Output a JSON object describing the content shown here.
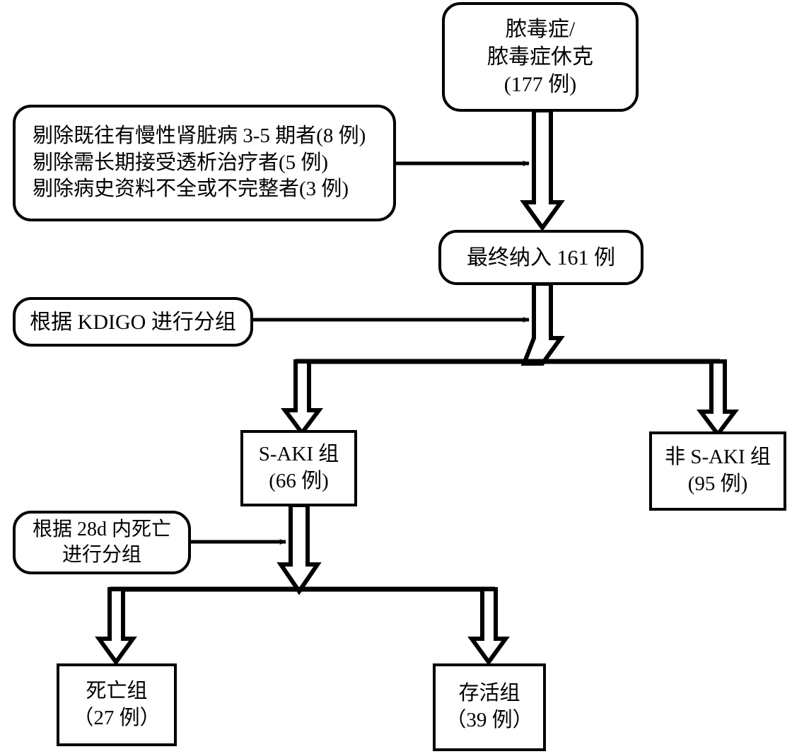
{
  "diagram": {
    "title": "Sepsis S-AKI patient enrollment flowchart",
    "stroke_color": "#000000",
    "fill_color": "#ffffff",
    "nodes": {
      "sepsis": {
        "shape": "rounded-rect",
        "lines": [
          "脓毒症/",
          "脓毒症休克",
          "(177 例)"
        ]
      },
      "exclusions": {
        "shape": "rounded-rect",
        "lines": [
          "剔除既往有慢性肾脏病 3-5 期者(8 例)",
          "剔除需长期接受透析治疗者(5 例)",
          "剔除病史资料不全或不完整者(3 例)"
        ]
      },
      "enrolled": {
        "shape": "rounded-rect",
        "lines": [
          "最终纳入 161 例"
        ]
      },
      "kdigo_grouping": {
        "shape": "rounded-rect",
        "lines": [
          "根据 KDIGO 进行分组"
        ]
      },
      "saki_group": {
        "shape": "rect",
        "lines": [
          "S-AKI 组",
          "(66 例)"
        ]
      },
      "non_saki_group": {
        "shape": "rect",
        "lines": [
          "非 S-AKI 组",
          "(95 例)"
        ]
      },
      "mortality_grouping": {
        "shape": "rounded-rect",
        "lines": [
          "根据 28d 内死亡",
          "进行分组"
        ]
      },
      "death_group": {
        "shape": "rect",
        "lines": [
          "死亡组",
          "（27 例）"
        ]
      },
      "survival_group": {
        "shape": "rect",
        "lines": [
          "存活组",
          "（39 例）"
        ]
      }
    },
    "connectors": [
      {
        "name": "sepsis-to-enrolled",
        "style": "block-arrow-down"
      },
      {
        "name": "exclusions-to-trunk",
        "style": "thin-arrow-right"
      },
      {
        "name": "enrolled-to-split",
        "style": "block-arrow-down"
      },
      {
        "name": "kdigo-to-trunk",
        "style": "thin-arrow-right"
      },
      {
        "name": "split-to-saki",
        "style": "block-arrow-down"
      },
      {
        "name": "split-to-non-saki",
        "style": "block-arrow-down"
      },
      {
        "name": "saki-to-split2",
        "style": "block-arrow-down"
      },
      {
        "name": "mortality-grouping-to-trunk",
        "style": "thin-arrow-right"
      },
      {
        "name": "split2-to-death",
        "style": "block-arrow-down"
      },
      {
        "name": "split2-to-survival",
        "style": "block-arrow-down"
      }
    ]
  }
}
